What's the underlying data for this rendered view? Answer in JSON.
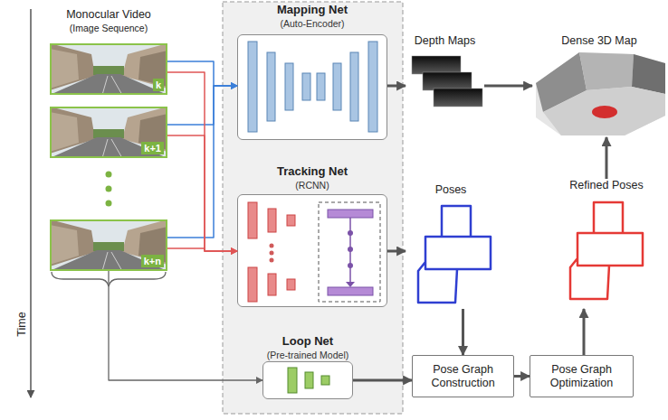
{
  "diagram": {
    "nodes": [
      {
        "text": [
          "k"
        ]
      },
      {
        "text": [
          "k+1"
        ]
      },
      {
        "text": [
          "k+n"
        ]
      },
      {
        "text": [
          "Mapping Net",
          "(Auto-Encoder)"
        ]
      },
      {
        "text": [
          "Tracking Net",
          "(RCNN)"
        ]
      },
      {
        "text": [
          "Loop Net",
          "(Pre-trained Model)"
        ]
      },
      {
        "text": [
          "Depth Maps"
        ]
      },
      {
        "text": [
          "Dense 3D Map"
        ]
      },
      {
        "text": [
          "Poses"
        ]
      },
      {
        "text": [
          "Refined Poses"
        ]
      },
      {
        "text": [
          "Pose Graph Construction"
        ]
      },
      {
        "text": [
          "Pose Graph Optimization"
        ]
      }
    ],
    "edges": [
      {
        "from": 0,
        "to": 3,
        "arrow": "to"
      },
      {
        "from": 1,
        "to": 3,
        "arrow": "to"
      },
      {
        "from": 2,
        "to": 3,
        "arrow": "to"
      },
      {
        "from": 0,
        "to": 4,
        "arrow": "to"
      },
      {
        "from": 1,
        "to": 4,
        "arrow": "to"
      },
      {
        "from": 2,
        "to": 4,
        "arrow": "to"
      },
      {
        "from": 2,
        "to": 5,
        "arrow": "to"
      },
      {
        "from": 3,
        "to": 6,
        "arrow": "to"
      },
      {
        "from": 4,
        "to": 8,
        "arrow": "to"
      },
      {
        "from": 5,
        "to": 10,
        "arrow": "to"
      },
      {
        "from": 6,
        "to": 7,
        "arrow": "to"
      },
      {
        "from": 8,
        "to": 10,
        "arrow": "to"
      },
      {
        "from": 10,
        "to": 11,
        "arrow": "to"
      },
      {
        "from": 11,
        "to": 9,
        "arrow": "to"
      },
      {
        "from": 9,
        "to": 7,
        "arrow": "to"
      }
    ],
    "labels": [
      "Monocular Video",
      "(Image Sequence)",
      "Time"
    ]
  }
}
